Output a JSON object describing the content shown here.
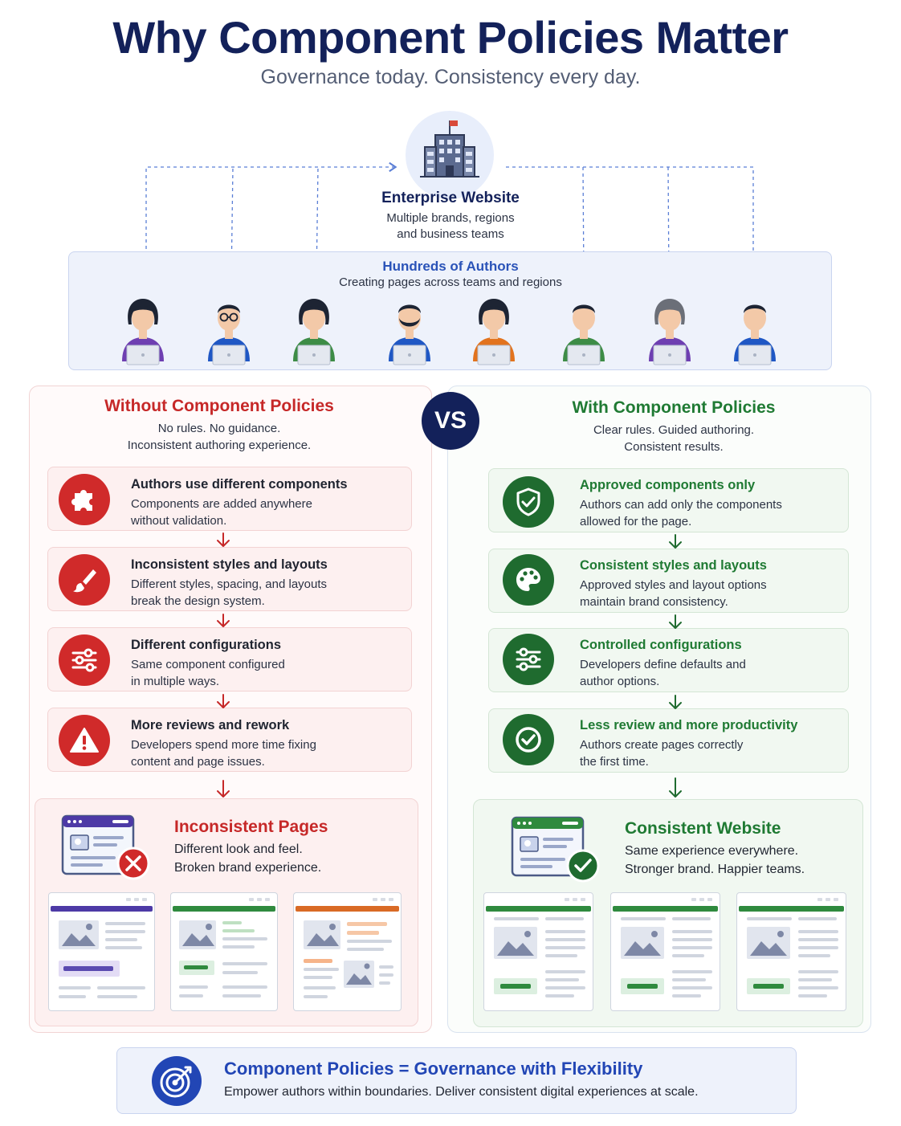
{
  "header": {
    "title": "Why Component Policies Matter",
    "subtitle": "Governance today. Consistency every day."
  },
  "enterprise": {
    "title": "Enterprise Website",
    "desc_line1": "Multiple brands, regions",
    "desc_line2": "and business teams",
    "icon": "office-building-icon"
  },
  "authors": {
    "title": "Hundreds of Authors",
    "desc": "Creating pages across teams and regions",
    "avatars": [
      {
        "hair": "female",
        "shirt": "#6e3fb1"
      },
      {
        "hair": "male-glasses",
        "shirt": "#1f57c4"
      },
      {
        "hair": "female",
        "shirt": "#3d8c46"
      },
      {
        "hair": "male-beard",
        "shirt": "#1f57c4"
      },
      {
        "hair": "female",
        "shirt": "#e2731e"
      },
      {
        "hair": "male",
        "shirt": "#3d8c46"
      },
      {
        "hair": "female-gray",
        "shirt": "#6e3fb1"
      },
      {
        "hair": "male",
        "shirt": "#1f57c4"
      }
    ]
  },
  "vs_label": "VS",
  "without": {
    "title": "Without Component Policies",
    "desc_line1": "No rules. No guidance.",
    "desc_line2": "Inconsistent authoring experience.",
    "color": "#c62828",
    "items": [
      {
        "icon": "puzzle-icon",
        "title": "Authors use different components",
        "line1": "Components are added anywhere",
        "line2": "without validation."
      },
      {
        "icon": "paintbrush-icon",
        "title": "Inconsistent styles and layouts",
        "line1": "Different styles, spacing, and layouts",
        "line2": "break the design system."
      },
      {
        "icon": "sliders-icon",
        "title": "Different configurations",
        "line1": "Same component configured",
        "line2": "in multiple ways."
      },
      {
        "icon": "warning-icon",
        "title": "More reviews and rework",
        "line1": "Developers spend more time fixing",
        "line2": "content and page issues."
      }
    ],
    "outcome": {
      "title": "Inconsistent Pages",
      "line1": "Different look and feel.",
      "line2": "Broken brand experience.",
      "page_colors": [
        "#4d3aa6",
        "#2f8a3e",
        "#d96a25"
      ]
    }
  },
  "with": {
    "title": "With Component Policies",
    "desc_line1": "Clear rules. Guided authoring.",
    "desc_line2": "Consistent results.",
    "color": "#1f7a33",
    "items": [
      {
        "icon": "shield-check-icon",
        "title": "Approved components only",
        "line1": "Authors can add only the components",
        "line2": "allowed for the page."
      },
      {
        "icon": "palette-icon",
        "title": "Consistent styles and layouts",
        "line1": "Approved styles and layout options",
        "line2": "maintain brand consistency."
      },
      {
        "icon": "sliders-icon",
        "title": "Controlled configurations",
        "line1": "Developers define defaults and",
        "line2": "author options."
      },
      {
        "icon": "check-circle-icon",
        "title": "Less review and more productivity",
        "line1": "Authors create pages correctly",
        "line2": "the first time."
      }
    ],
    "outcome": {
      "title": "Consistent Website",
      "line1": "Same experience everywhere.",
      "line2": "Stronger brand. Happier teams.",
      "page_color": "#2f8a3e"
    }
  },
  "footer": {
    "title": "Component Policies = Governance with Flexibility",
    "text": "Empower authors within boundaries. Deliver consistent digital experiences at scale.",
    "icon": "target-icon"
  }
}
